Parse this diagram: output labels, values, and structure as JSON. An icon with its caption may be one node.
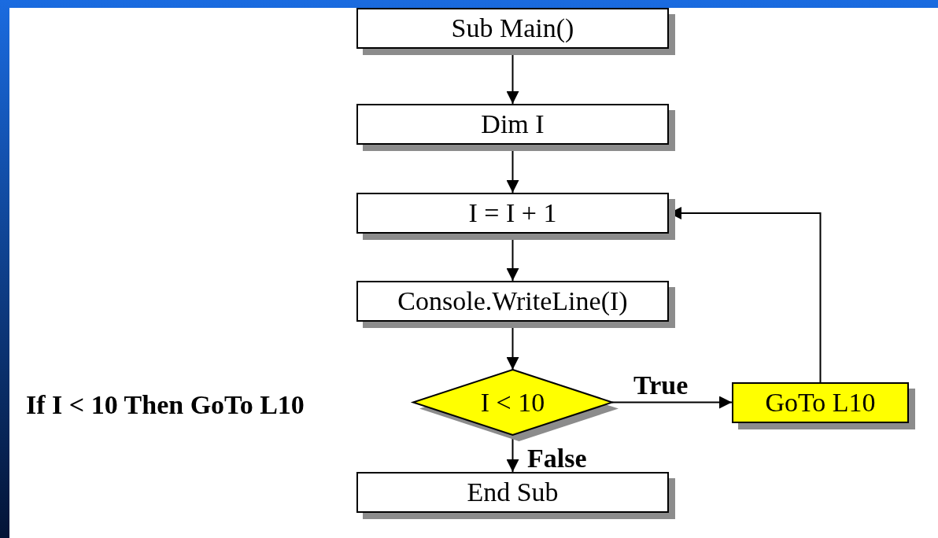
{
  "diagram": {
    "nodes": [
      {
        "text": [
          "Sub Main()"
        ]
      },
      {
        "text": [
          "Dim I"
        ]
      },
      {
        "text": [
          "I = I + 1"
        ]
      },
      {
        "text": [
          "Console.WriteLine(I)"
        ]
      },
      {
        "text": [
          "I < 10"
        ]
      },
      {
        "text": [
          "GoTo L10"
        ]
      },
      {
        "text": [
          "End Sub"
        ]
      }
    ],
    "edges": [
      {
        "from": 0,
        "to": 1,
        "arrow": "to"
      },
      {
        "from": 1,
        "to": 2,
        "arrow": "to"
      },
      {
        "from": 2,
        "to": 3,
        "arrow": "to"
      },
      {
        "from": 3,
        "to": 4,
        "arrow": "to"
      },
      {
        "from": 4,
        "to": 5,
        "arrow": "to",
        "label": "True"
      },
      {
        "from": 4,
        "to": 6,
        "arrow": "to",
        "label": "False"
      },
      {
        "from": 5,
        "to": 2,
        "arrow": "to"
      }
    ],
    "labels": [
      "If I < 10 Then GoTo L10"
    ]
  }
}
